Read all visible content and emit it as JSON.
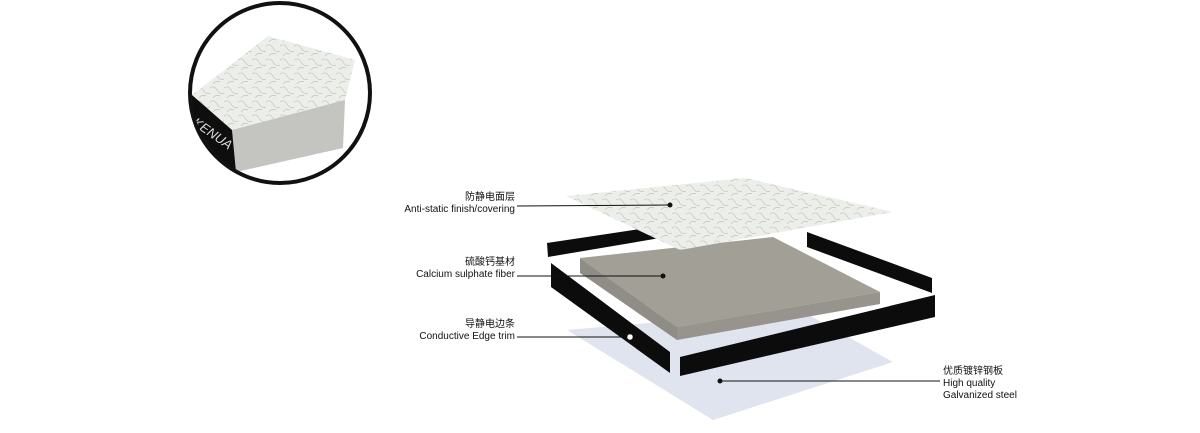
{
  "labels": [
    {
      "zh": "防静电面层",
      "en": "Anti-static finish/covering"
    },
    {
      "zh": "硫酸钙基材",
      "en": "Calcium sulphate fiber"
    },
    {
      "zh": "导静电边条",
      "en": "Conductive Edge trim"
    },
    {
      "zh": "优质镀锌钢板",
      "en1": "High quality",
      "en2": "Galvanized steel"
    }
  ],
  "brand_logo": "KENUA",
  "colors": {
    "finish": "#eceeea",
    "core": "#a19f96",
    "trim": "#0c0c0c",
    "steel": "#dfe4ee"
  }
}
